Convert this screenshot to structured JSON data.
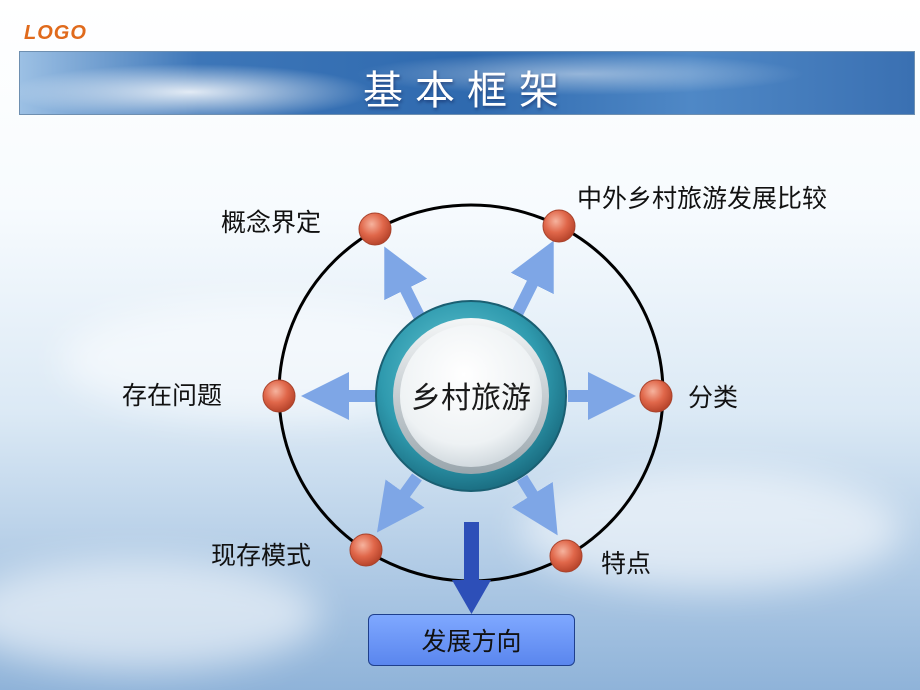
{
  "logo": "LOGO",
  "header": {
    "title": "基本框架"
  },
  "center": {
    "label": "乡村旅游"
  },
  "nodes": {
    "concept": "概念界定",
    "comparison": "中外乡村旅游发展比较",
    "issues": "存在问题",
    "classification": "分类",
    "models": "现存模式",
    "features": "特点"
  },
  "direction": {
    "label": "发展方向"
  },
  "colors": {
    "logo": "#e06a1c",
    "banner": "#2f6aaf",
    "node": "#e0674a",
    "arrow": "#7ea6e6",
    "direction_arrow": "#2d4fb8",
    "direction_box": "#6b95f5"
  }
}
